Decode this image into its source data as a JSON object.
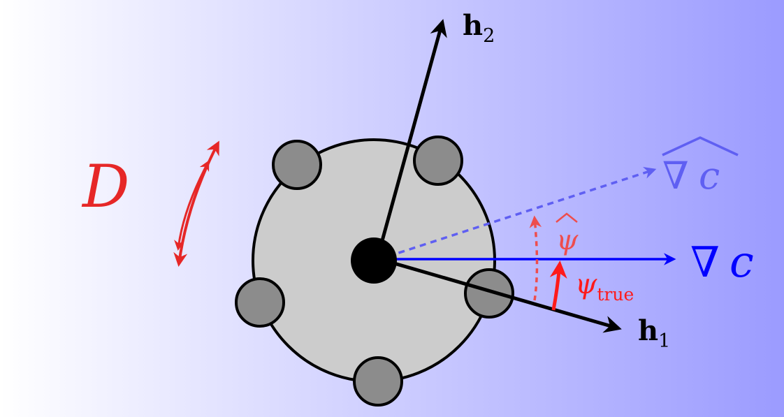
{
  "labels": {
    "h2": "h",
    "h2_sub": "2",
    "h1": "h",
    "h1_sub": "1",
    "D": "D",
    "grad_c_hat_nabla": "∇",
    "grad_c_hat_c": "c",
    "grad_c_nabla": "∇",
    "grad_c_c": "c",
    "psi_hat": "ψ",
    "psi_true": "ψ",
    "psi_true_sub": "true"
  },
  "colors": {
    "background_left": "#ffffff",
    "background_right": "#9b9bff",
    "body_fill": "#cccccc",
    "thruster_fill": "#8c8c8c",
    "outline": "#000000",
    "gradient_true": "#0000ff",
    "gradient_estimate": "#5f5ff2",
    "angle_red": "#ff1a1a",
    "diffusion_red": "#e62727",
    "psi_hat_red": "#ee4d4d"
  }
}
